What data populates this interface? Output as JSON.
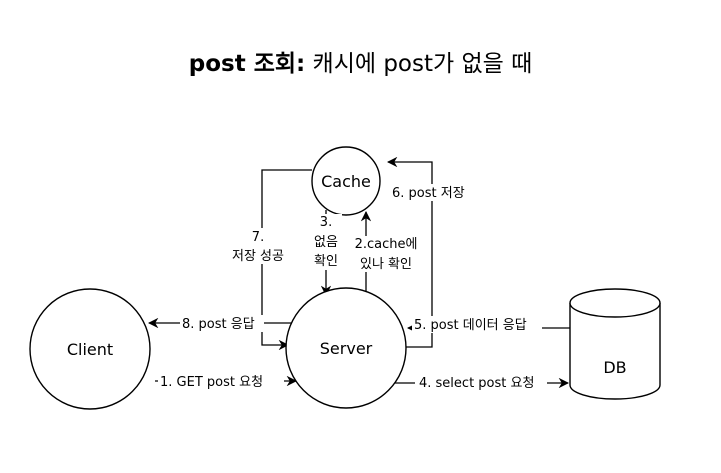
{
  "title": {
    "bold": "post 조회:",
    "rest": " 캐시에 post가 없을 때"
  },
  "nodes": {
    "cache": "Cache",
    "server": "Server",
    "client": "Client",
    "db": "DB"
  },
  "edges": {
    "e1": "1. GET post 요청",
    "e2_line1": "2.cache에",
    "e2_line2": "있나 확인",
    "e3_line1": "3.",
    "e3_line2": "없음",
    "e3_line3": "확인",
    "e4": "4. select post 요청",
    "e5": "5. post 데이터 응답",
    "e6": "6. post 저장",
    "e7_line1": "7.",
    "e7_line2": "저장 성공",
    "e8": "8. post 응답"
  }
}
